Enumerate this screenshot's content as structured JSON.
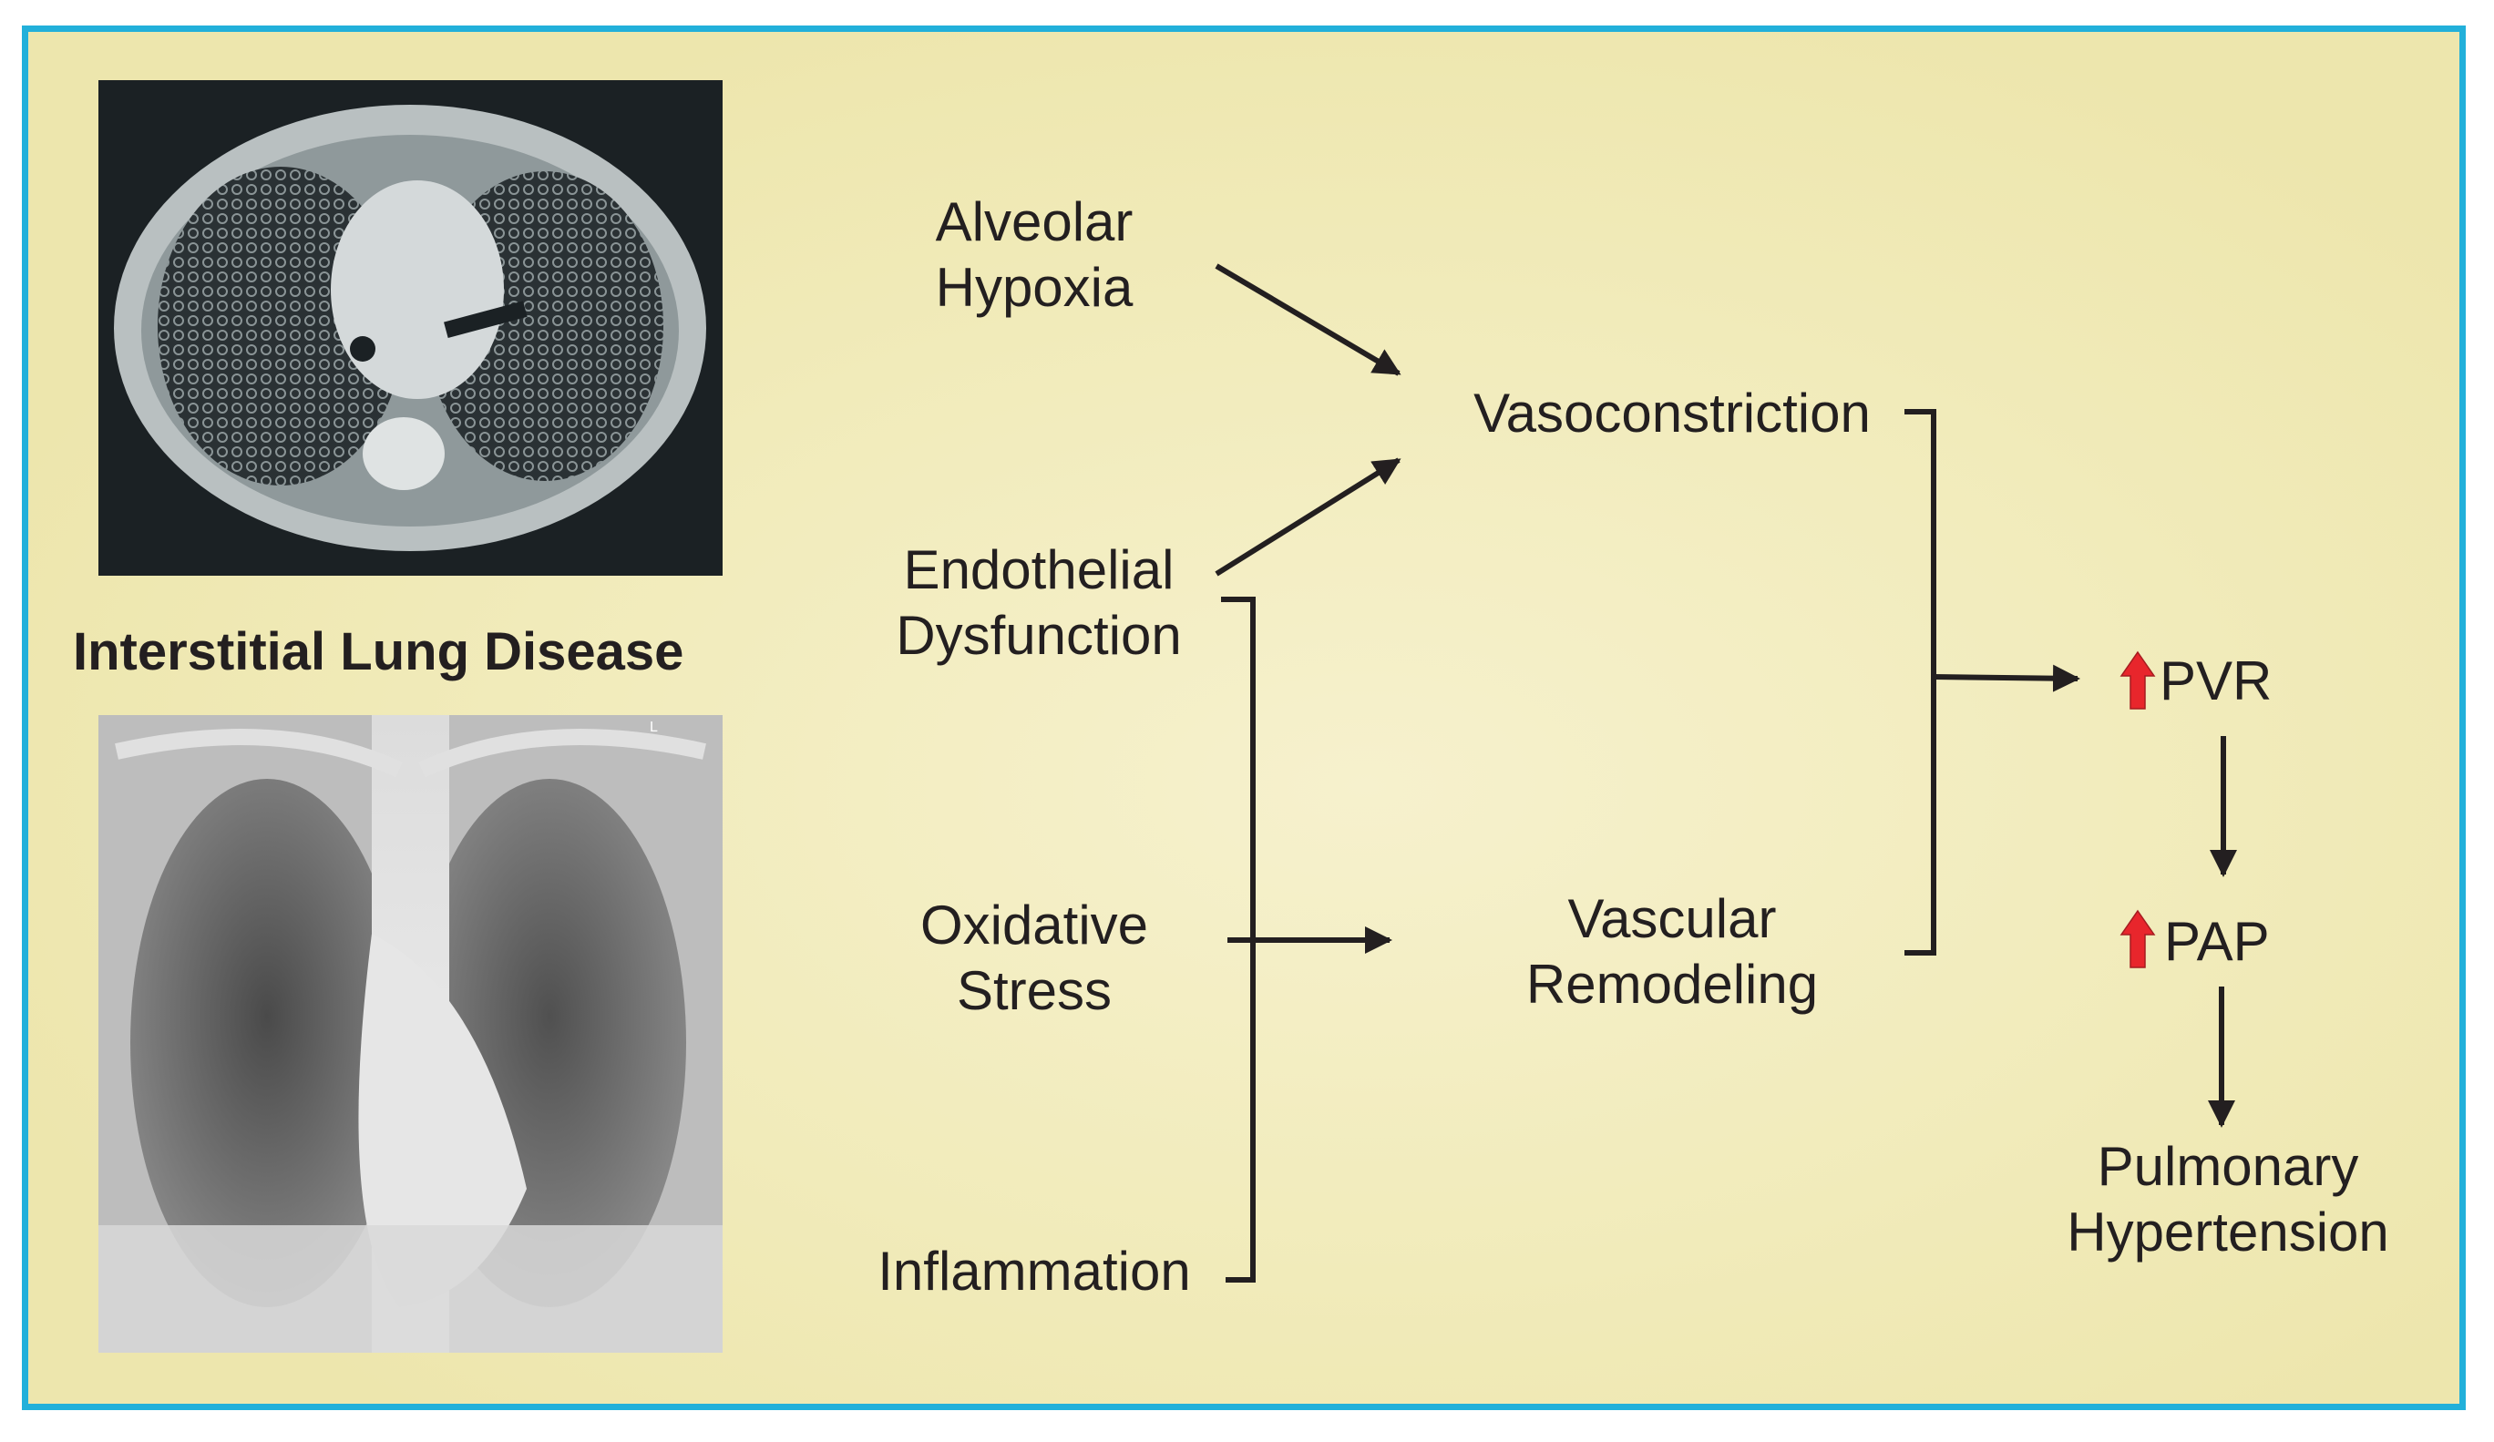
{
  "images": {
    "ct_scan": "ct-scan-image",
    "xray": "chest-xray-image"
  },
  "title": "Interstitial Lung Disease",
  "causes": {
    "alveolar_hypoxia": [
      "Alveolar",
      "Hypoxia"
    ],
    "endothelial_dysfunction": [
      "Endothelial",
      "Dysfunction"
    ],
    "oxidative_stress": [
      "Oxidative",
      "Stress"
    ],
    "inflammation": "Inflammation"
  },
  "mechanisms": {
    "vasoconstriction": "Vasoconstriction",
    "vascular_remodeling": [
      "Vascular",
      "Remodeling"
    ]
  },
  "outcomes": {
    "pvr": "PVR",
    "pap": "PAP",
    "pulmonary_hypertension": [
      "Pulmonary",
      "Hypertension"
    ]
  },
  "colors": {
    "frame": "#22b0da",
    "background": "#f1ebba",
    "arrow": "#231f20",
    "increase_arrow": "#e8262c"
  },
  "icons": {
    "increase": "up-arrow-icon"
  }
}
